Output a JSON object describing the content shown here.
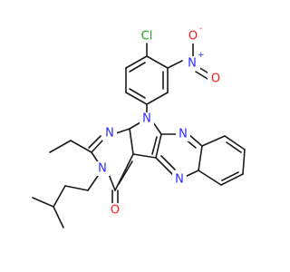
{
  "structure": {
    "atoms": {
      "cl": {
        "text": "Cl",
        "color": "#1aa51a"
      },
      "n_nitro": {
        "text": "N",
        "charge": "+",
        "color": "#2a2aff"
      },
      "o_nitro_single": {
        "text": "O",
        "charge": "-",
        "color": "#ff1a1a"
      },
      "o_nitro_double": {
        "text": "O",
        "color": "#ff1a1a"
      },
      "n_pyrrole": {
        "text": "N",
        "color": "#2a2aff"
      },
      "n_pyrazine_top": {
        "text": "N",
        "color": "#2a2aff"
      },
      "n_pyrazine_bottom": {
        "text": "N",
        "color": "#2a2aff"
      },
      "n_pyrimidine_top": {
        "text": "N",
        "color": "#2a2aff"
      },
      "n_pyrimidine_alkyl": {
        "text": "N",
        "color": "#2a2aff"
      },
      "o_carbonyl": {
        "text": "O",
        "color": "#ff1a1a"
      }
    }
  }
}
